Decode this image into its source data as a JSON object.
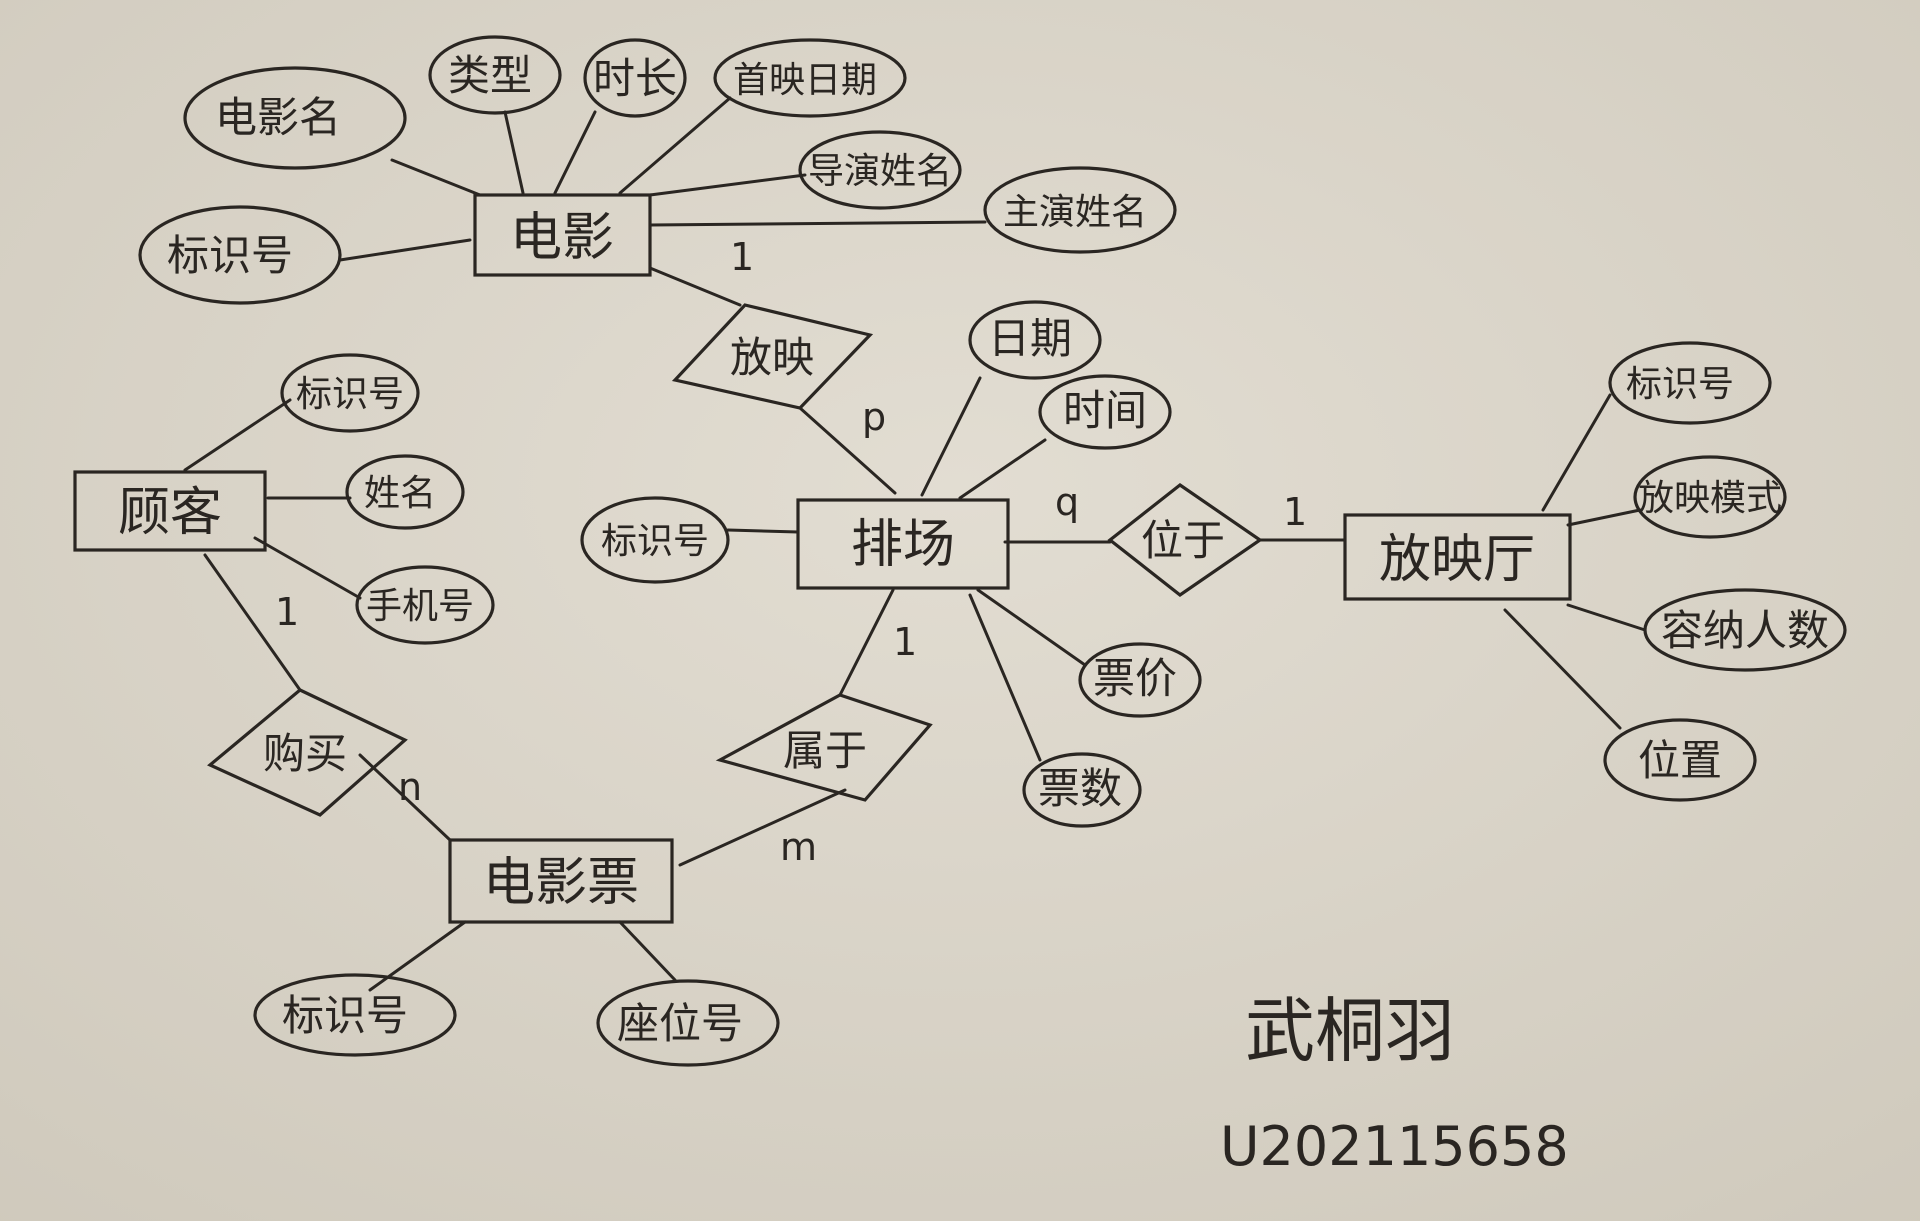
{
  "entities": {
    "movie": "电影",
    "showing": "排场",
    "hall": "放映厅",
    "customer": "顾客",
    "ticket": "电影票"
  },
  "relationships": {
    "screens": "放映",
    "located_in": "位于",
    "buys": "购买",
    "belongs_to": "属于"
  },
  "attributes": {
    "movie": {
      "name": "电影名",
      "genre": "类型",
      "duration": "时长",
      "premiere": "首映日期",
      "director": "导演姓名",
      "lead": "主演姓名",
      "id": "标识号"
    },
    "showing": {
      "id": "标识号",
      "date": "日期",
      "time": "时间",
      "price": "票价",
      "count": "票数"
    },
    "hall": {
      "id": "标识号",
      "format": "放映模式",
      "capacity": "容纳人数",
      "location": "位置"
    },
    "customer": {
      "id": "标识号",
      "name": "姓名",
      "phone": "手机号"
    },
    "ticket": {
      "id": "标识号",
      "seat": "座位号"
    }
  },
  "cardinalities": {
    "movie_screens": "1",
    "screens_showing": "p",
    "showing_located": "q",
    "located_hall": "1",
    "customer_buys": "1",
    "buys_ticket": "n",
    "showing_belongs": "1",
    "belongs_ticket": "m"
  },
  "signature": {
    "name": "武桐羽",
    "student_id": "U202115658"
  },
  "colors": {
    "paper": "#d9d4c8",
    "ink": "#2a2622"
  }
}
